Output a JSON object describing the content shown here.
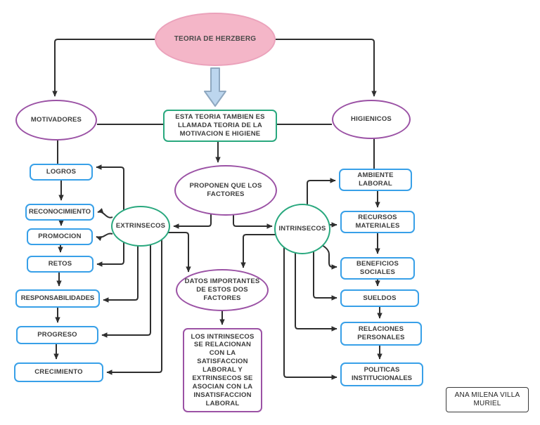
{
  "nodes": {
    "title": {
      "label": "TEORIA DE HERZBERG"
    },
    "subtitle": {
      "label": "ESTA TEORIA TAMBIEN ES LLAMADA TEORIA DE LA MOTIVACION E HIGIENE"
    },
    "motivators": {
      "label": "MOTIVADORES"
    },
    "hygienics": {
      "label": "HIGIENICOS"
    },
    "propose": {
      "label": "PROPONEN QUE LOS FACTORES"
    },
    "extrinsic": {
      "label": "EXTRINSECOS"
    },
    "intrinsic": {
      "label": "INTRINSECOS"
    },
    "facts": {
      "label": "DATOS IMPORTANTES DE ESTOS DOS FACTORES"
    },
    "conclusion": {
      "label": "LOS INTRINSECOS SE RELACIONAN CON LA SATISFACCION LABORAL Y EXTRINSECOS SE ASOCIAN CON LA INSATISFACCION LABORAL"
    },
    "author": {
      "label": "ANA MILENA VILLA MURIEL"
    }
  },
  "motivator_factors": [
    "LOGROS",
    "RECONOCIMIENTO",
    "PROMOCION",
    "RETOS",
    "RESPONSABILIDADES",
    "PROGRESO",
    "CRECIMIENTO"
  ],
  "hygiene_factors": [
    "AMBIENTE LABORAL",
    "RECURSOS MATERIALES",
    "BENEFICIOS SOCIALES",
    "SUELDOS",
    "RELACIONES PERSONALES",
    "POLITICAS INSTITUCIONALES"
  ],
  "colors": {
    "pink_fill": "#F4B6C8",
    "pink_border": "#EBA2BB",
    "purple_border": "#9B52A5",
    "green_border": "#29A87E",
    "blue_border": "#38A0E8",
    "block_arrow_fill": "#BCD6EE",
    "block_arrow_border": "#8FA8C0",
    "connector_line": "#2E2E2E"
  }
}
